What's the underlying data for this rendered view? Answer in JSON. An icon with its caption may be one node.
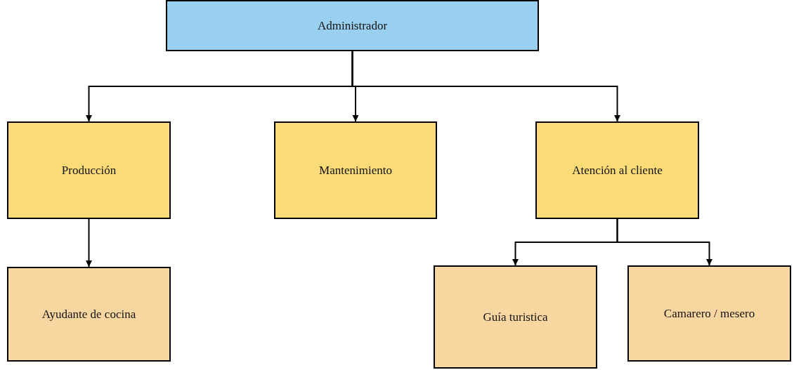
{
  "diagram": {
    "nodes": [
      {
        "text": [
          "Administrador"
        ]
      },
      {
        "text": [
          "Producción"
        ]
      },
      {
        "text": [
          "Mantenimiento"
        ]
      },
      {
        "text": [
          "Atención al cliente"
        ]
      },
      {
        "text": [
          "Ayudante de cocina"
        ]
      },
      {
        "text": [
          "Guía turistica"
        ]
      },
      {
        "text": [
          "Camarero / mesero"
        ]
      }
    ],
    "edges": [
      {
        "from": 0,
        "to": 1,
        "arrow": "to"
      },
      {
        "from": 0,
        "to": 2,
        "arrow": "to"
      },
      {
        "from": 0,
        "to": 3,
        "arrow": "to"
      },
      {
        "from": 1,
        "to": 4,
        "arrow": "to"
      },
      {
        "from": 3,
        "to": 5,
        "arrow": "to"
      },
      {
        "from": 3,
        "to": 6,
        "arrow": "to"
      }
    ]
  }
}
